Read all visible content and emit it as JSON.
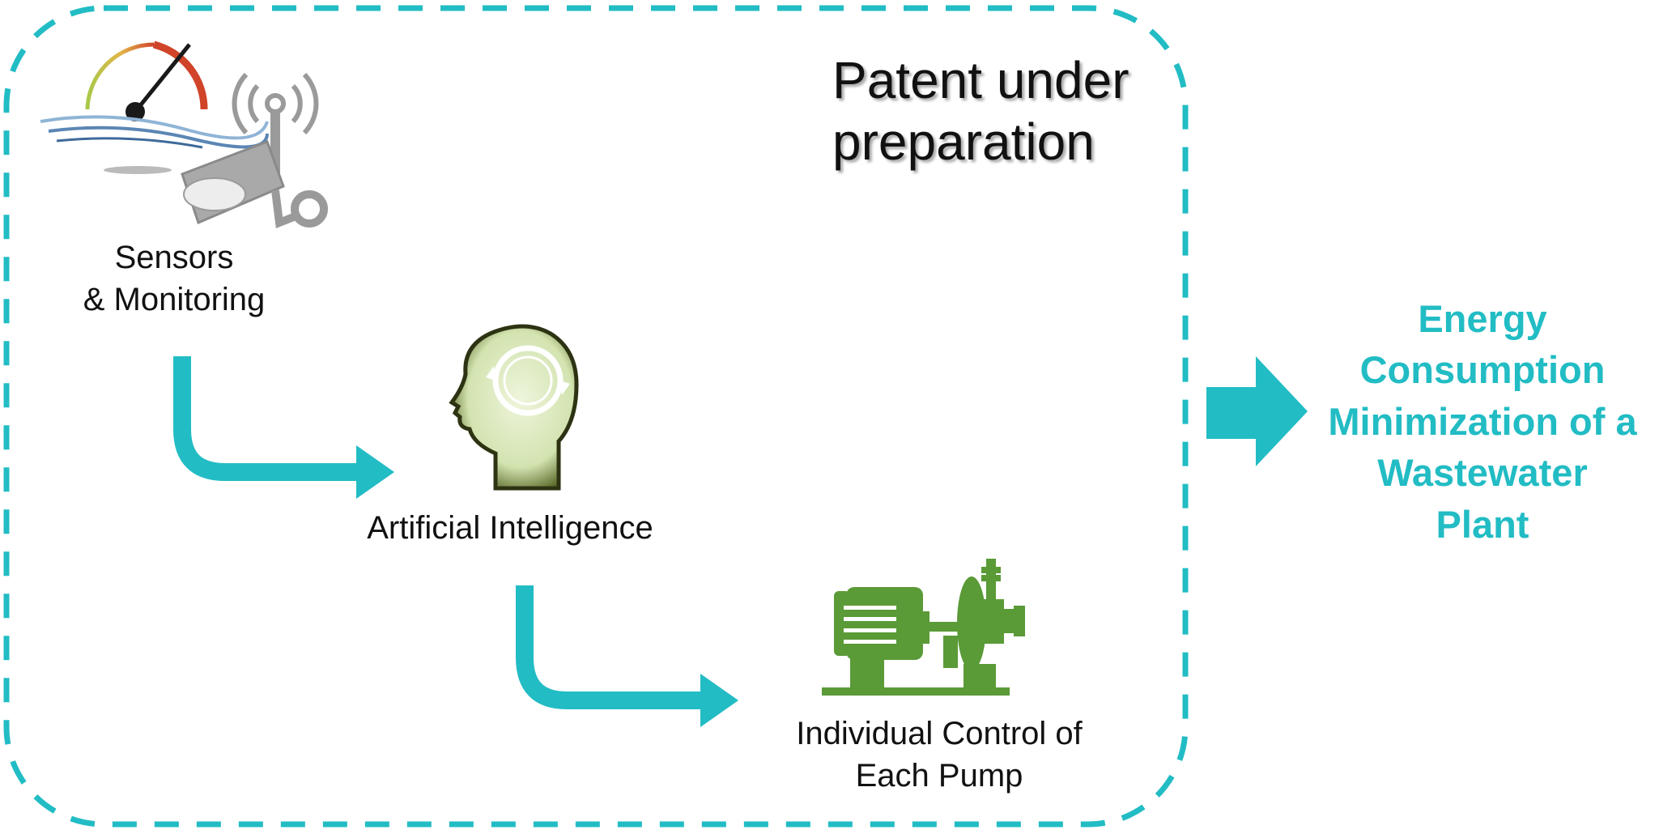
{
  "colors": {
    "accent": "#22BCC4",
    "pump_green": "#5A9A37",
    "text": "#111111"
  },
  "patent_lines": [
    "Patent under",
    "preparation"
  ],
  "steps": {
    "sensors": {
      "icon": "sensor-gauge-icon",
      "lines": [
        "Sensors",
        "& Monitoring"
      ]
    },
    "ai": {
      "icon": "head-brain-icon",
      "lines": [
        "Artificial Intelligence"
      ]
    },
    "pump": {
      "icon": "pump-motor-icon",
      "lines": [
        "Individual Control of",
        "Each Pump"
      ]
    }
  },
  "goal_lines": [
    "Energy",
    "Consumption",
    "Minimization of a",
    "Wastewater",
    "Plant"
  ]
}
